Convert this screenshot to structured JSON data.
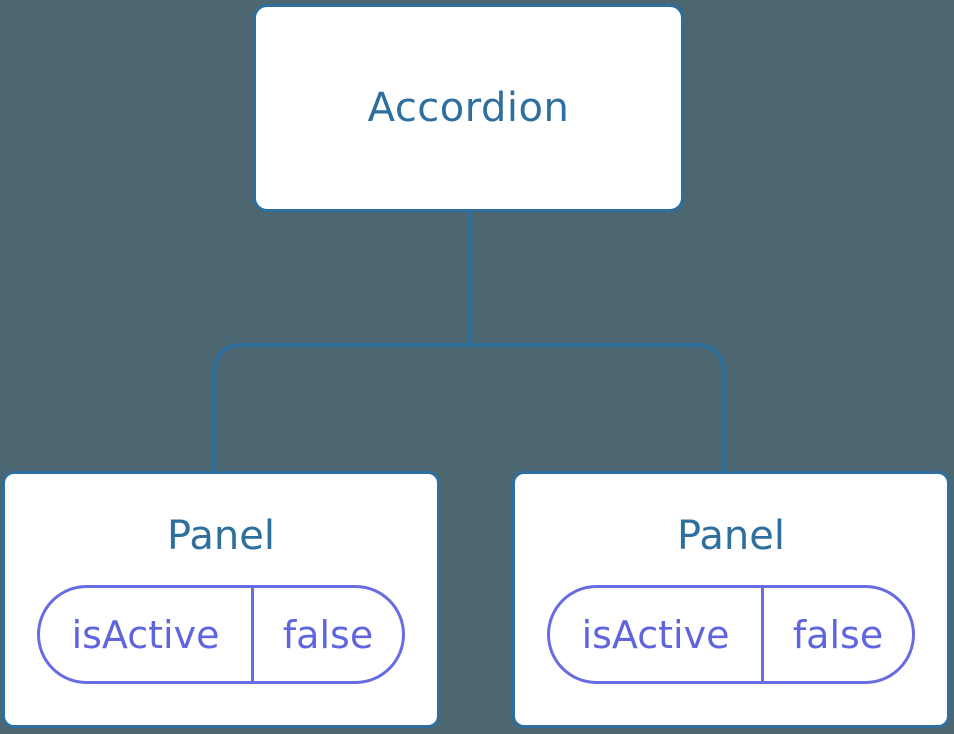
{
  "diagram": {
    "root": {
      "label": "Accordion"
    },
    "children": [
      {
        "label": "Panel",
        "state": {
          "name": "isActive",
          "value": "false"
        }
      },
      {
        "label": "Panel",
        "state": {
          "name": "isActive",
          "value": "false"
        }
      }
    ]
  },
  "colors": {
    "background": "#4c6772",
    "node_fill": "#ffffff",
    "node_border": "#2e6f9e",
    "node_text": "#2e6f9e",
    "connector": "#2e6f9e",
    "state_border": "#696ce0",
    "state_text": "#6065de"
  }
}
